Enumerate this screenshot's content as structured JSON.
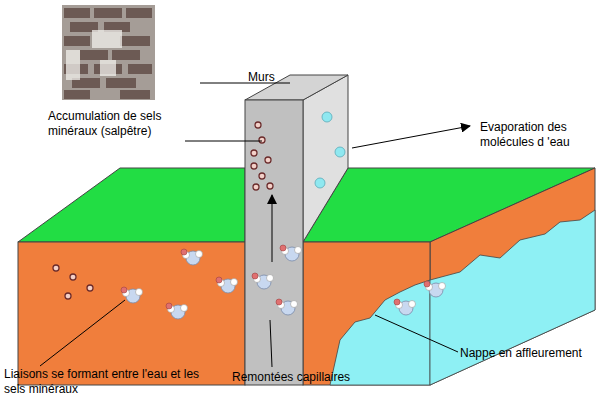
{
  "diagram": {
    "labels": [
      "Murs",
      "Accumulation de sels minéraux (salpêtre)",
      "Evaporation des molécules d 'eau",
      "Liaisons se formant entre l'eau et les sels minéraux",
      "Remontées capillaires",
      "Nappe en affleurement"
    ]
  }
}
